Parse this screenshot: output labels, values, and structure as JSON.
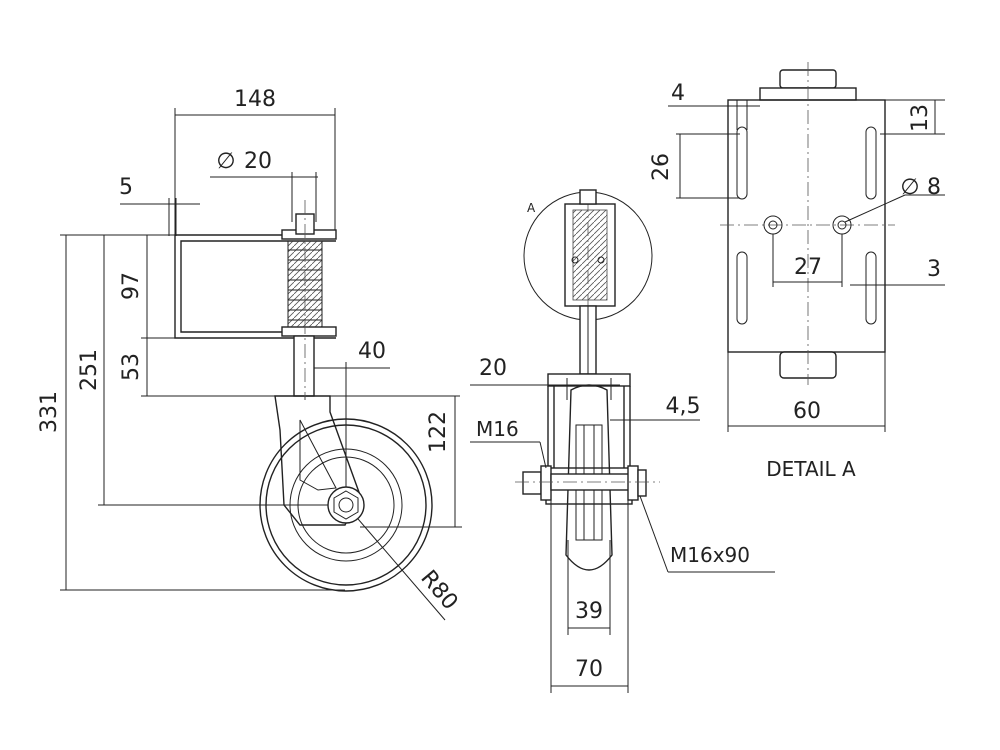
{
  "dimensions": {
    "side_view": {
      "width_148": "148",
      "dia_symbol": "∅",
      "dia_20": "20",
      "offset_5": "5",
      "height_331": "331",
      "height_251": "251",
      "height_97": "97",
      "height_53": "53",
      "offset_40": "40",
      "height_122": "122",
      "radius_80": "R80"
    },
    "front_view": {
      "width_20": "20",
      "bolt_m16": "M16",
      "gap_4_5": "4,5",
      "bolt_m16x90": "M16x90",
      "width_39": "39",
      "width_70": "70",
      "detail_marker": "A"
    },
    "detail_view": {
      "offset_4": "4",
      "height_13": "13",
      "slot_26": "26",
      "dia_symbol": "∅",
      "hole_8": "8",
      "spacing_27": "27",
      "offset_3": "3",
      "width_60": "60",
      "title": "DETAIL A"
    }
  }
}
